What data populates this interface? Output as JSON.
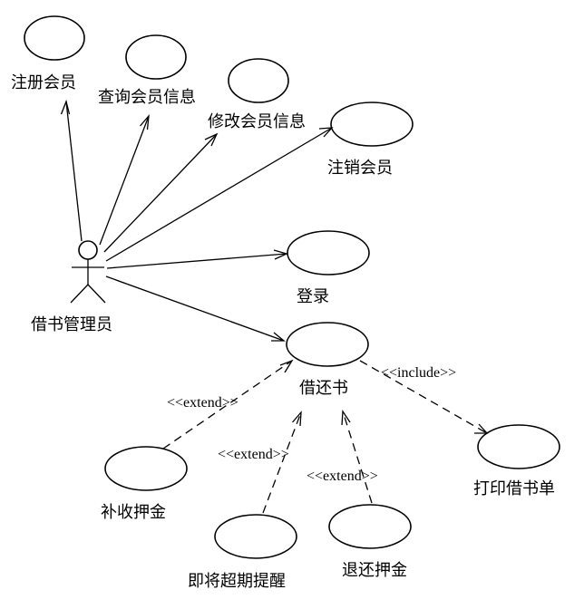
{
  "actor": {
    "name": "借书管理员"
  },
  "use_cases": {
    "register": "注册会员",
    "query": "查询会员信息",
    "modify": "修改会员信息",
    "cancel": "注销会员",
    "login": "登录",
    "borrow_return": "借还书",
    "print_slip": "打印借书单",
    "pay_deposit": "补收押金",
    "due_reminder": "即将超期提醒",
    "refund_deposit": "退还押金"
  },
  "stereotypes": {
    "include": "<<include>>",
    "extend_1": "<<extend>>",
    "extend_2": "<<extend>>",
    "extend_3": "<<extend>>"
  }
}
